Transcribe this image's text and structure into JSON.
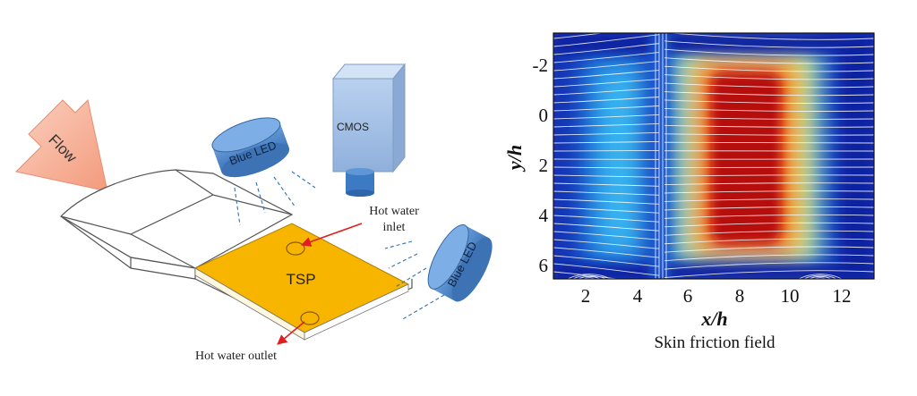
{
  "diagram": {
    "flow_label": "Flow",
    "led_top_label": "Blue LED",
    "led_right_label": "Blue LED",
    "camera_label": "CMOS",
    "tsp_label": "TSP",
    "inlet_label_line1": "Hot water",
    "inlet_label_line2": "inlet",
    "outlet_label": "Hot water outlet"
  },
  "colors": {
    "flow_arrow": "#f6b39a",
    "led_blue": "#5a8fcf",
    "camera_blue": "#8fb4e0",
    "tsp_orange": "#f7b500",
    "arrow_red": "#e02020",
    "beam_blue": "#2f6fb0"
  },
  "plot": {
    "caption": "Skin friction field",
    "xlabel": "x/h",
    "ylabel": "y/h",
    "x_ticks": [
      "2",
      "4",
      "6",
      "8",
      "10",
      "12"
    ],
    "y_ticks": [
      "-2",
      "0",
      "2",
      "4",
      "6"
    ],
    "x_range": [
      0.9,
      13.3
    ],
    "y_range": [
      -3.4,
      6.4
    ],
    "colormap": "jet",
    "overlay": "white streamlines"
  }
}
